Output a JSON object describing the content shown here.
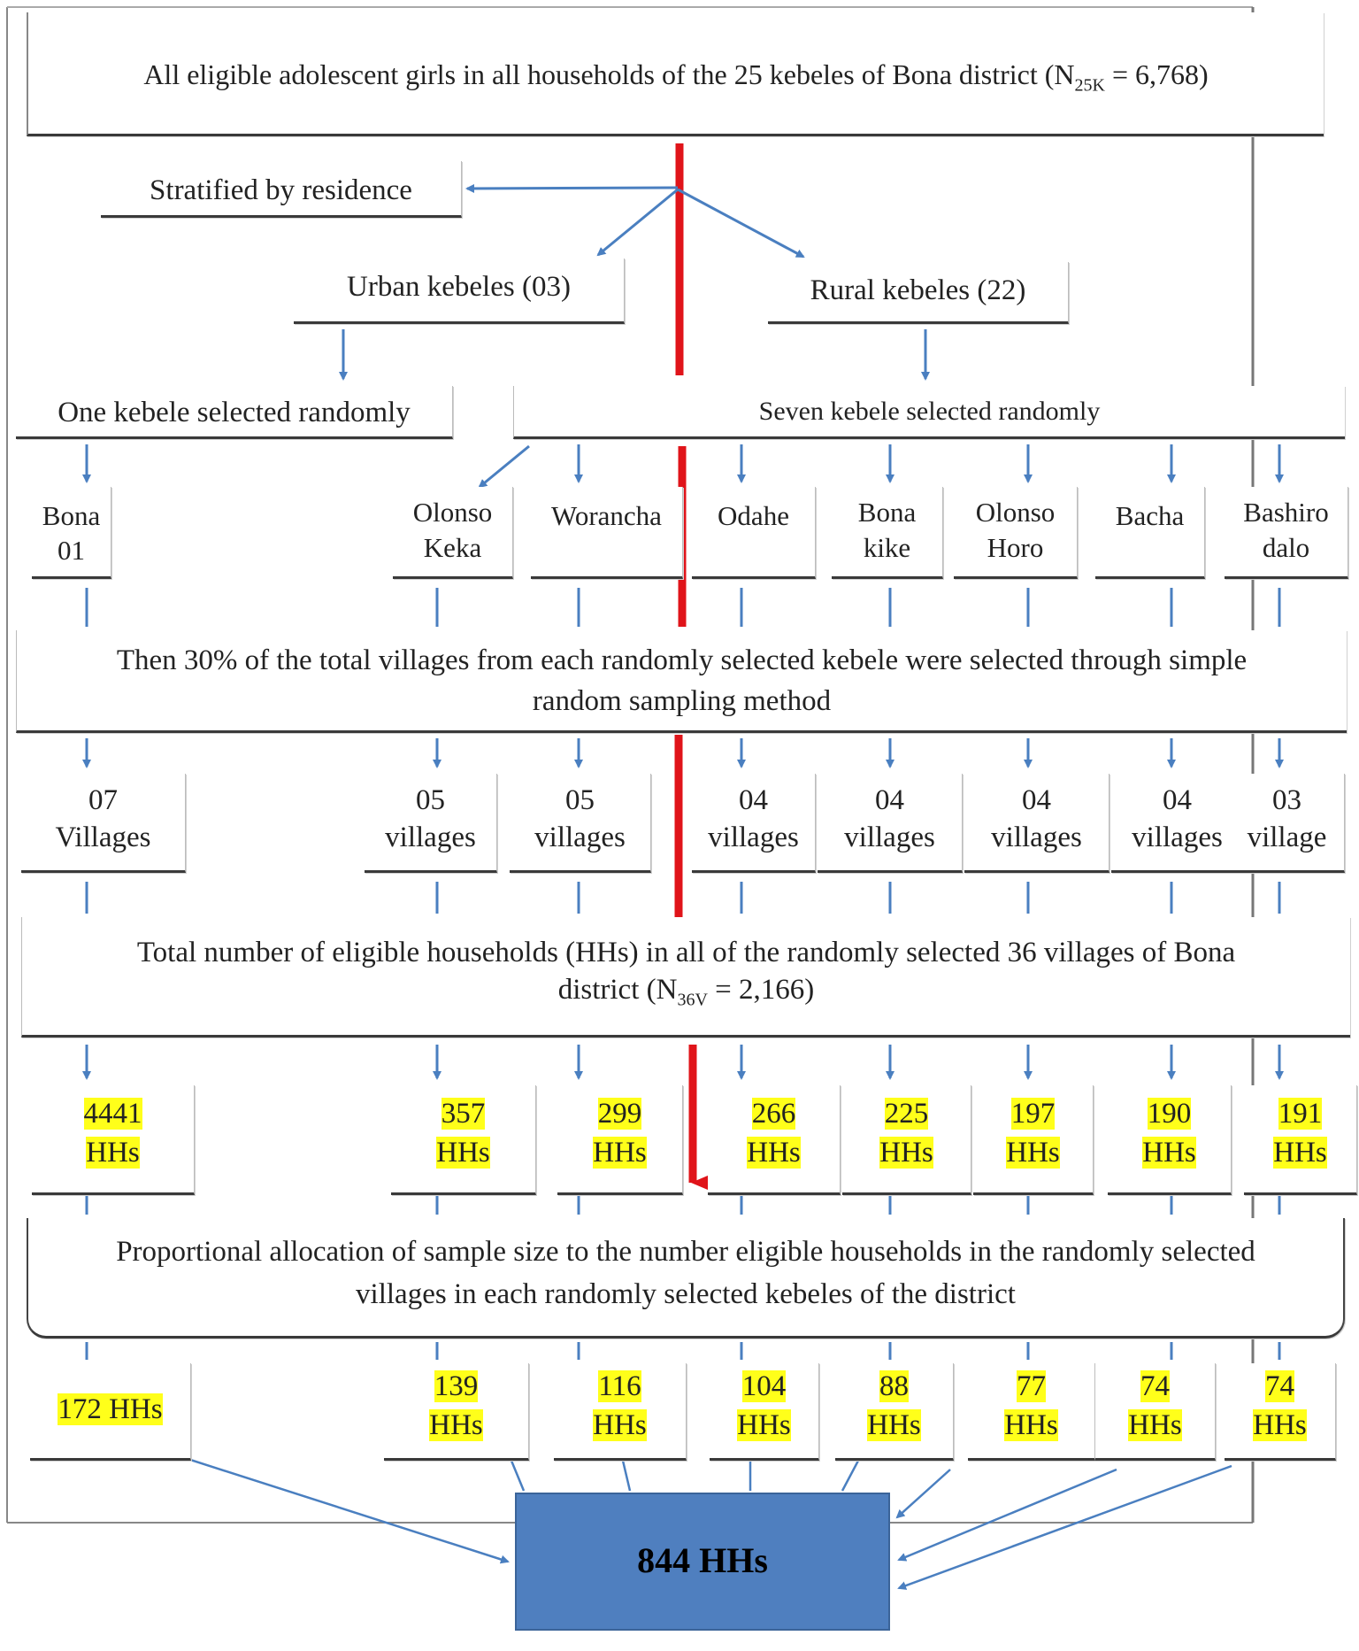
{
  "top_box": "All eligible adolescent girls in all households of the 25 kebeles of Bona district (N",
  "top_sub": "25K",
  "top_eq": " = 6,768)",
  "stratified": "Stratified by residence",
  "urban": "Urban kebeles (03)",
  "rural": "Rural kebeles (22)",
  "urban_selected": "One kebele selected randomly",
  "rural_selected": "Seven kebele selected randomly",
  "kebeles": [
    {
      "l1": "Bona 01",
      "l2": ""
    },
    {
      "l1": "Olonso",
      "l2": "Keka"
    },
    {
      "l1": "Worancha",
      "l2": ""
    },
    {
      "l1": "Odahe",
      "l2": ""
    },
    {
      "l1": "Bona",
      "l2": "kike"
    },
    {
      "l1": "Olonso",
      "l2": "Horo"
    },
    {
      "l1": "Bacha",
      "l2": ""
    },
    {
      "l1": "Bashiro",
      "l2": "dalo"
    }
  ],
  "villages_text_1": "Then 30% of the total  villages from each randomly selected kebele were selected through simple",
  "villages_text_2": "random sampling method",
  "villages": [
    {
      "n": "07",
      "w": "Villages"
    },
    {
      "n": "05",
      "w": "villages"
    },
    {
      "n": "05",
      "w": "villages"
    },
    {
      "n": "04",
      "w": "villages"
    },
    {
      "n": "04",
      "w": "villages"
    },
    {
      "n": "04",
      "w": "villages"
    },
    {
      "n": "04",
      "w": "villages"
    },
    {
      "n": "03",
      "w": "village"
    }
  ],
  "total_hh_1": "Total number of eligible households (HHs) in all of the randomly selected 36 villages of Bona",
  "total_hh_2a": "district (N",
  "total_hh_sub": "36V",
  "total_hh_2b": " = 2,166)",
  "households": [
    {
      "n": "4441",
      "u": "HHs"
    },
    {
      "n": "357",
      "u": "HHs"
    },
    {
      "n": "299",
      "u": "HHs"
    },
    {
      "n": "266",
      "u": "HHs"
    },
    {
      "n": "225",
      "u": "HHs"
    },
    {
      "n": "197",
      "u": "HHs"
    },
    {
      "n": "190",
      "u": "HHs"
    },
    {
      "n": "191",
      "u": "HHs"
    }
  ],
  "alloc_1": "Proportional allocation of sample size to the number eligible households in the randomly selected",
  "alloc_2": "villages in each randomly selected kebeles of the district",
  "samples": [
    {
      "n": "172 HHs",
      "u": ""
    },
    {
      "n": "139",
      "u": "HHs"
    },
    {
      "n": "116",
      "u": "HHs"
    },
    {
      "n": "104",
      "u": "HHs"
    },
    {
      "n": "88",
      "u": "HHs"
    },
    {
      "n": "77",
      "u": "HHs"
    },
    {
      "n": "74",
      "u": "HHs"
    },
    {
      "n": "74",
      "u": "HHs"
    }
  ],
  "total": "844  HHs",
  "colors": {
    "arrow": "#4a7fc0",
    "red": "#e0141a",
    "final": "#4f7fbf",
    "highlight": "#ffff1a"
  }
}
